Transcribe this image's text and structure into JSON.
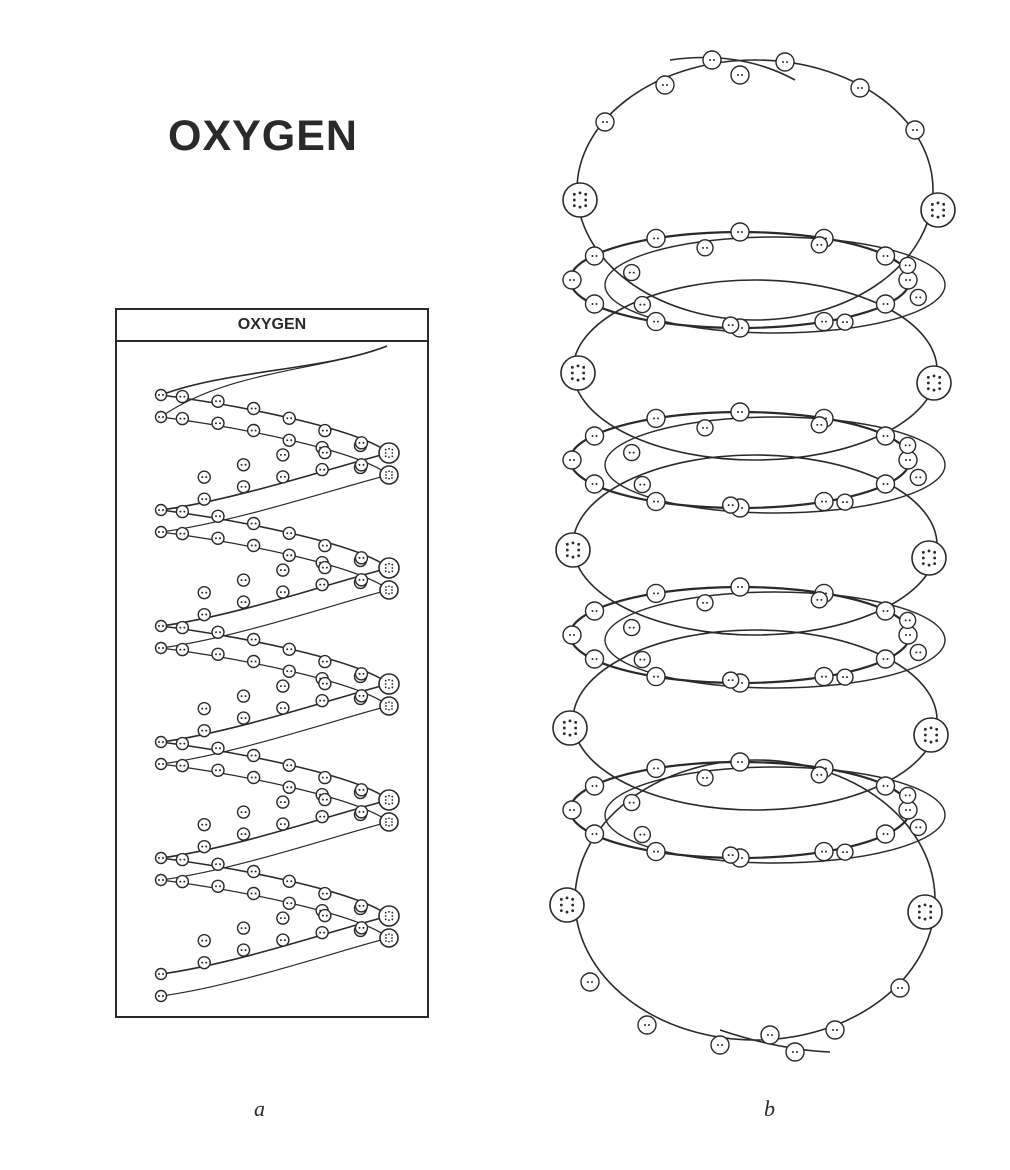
{
  "title": "OXYGEN",
  "panel_a": {
    "header": "OXYGEN",
    "caption": "a"
  },
  "panel_b": {
    "caption": "b"
  },
  "colors": {
    "ink": "#2a2a2a",
    "paper": "#ffffff"
  }
}
